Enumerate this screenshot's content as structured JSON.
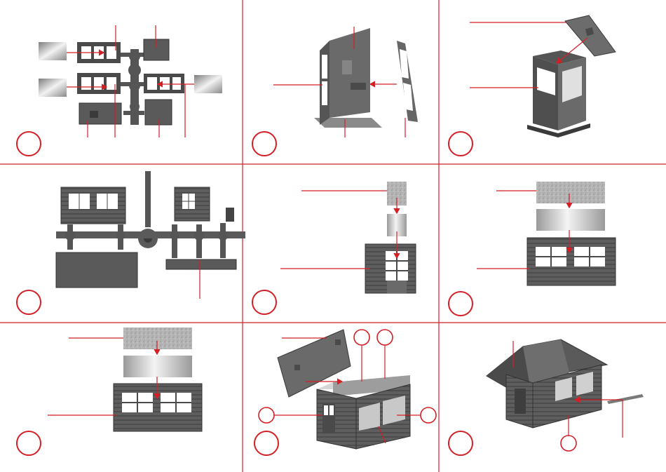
{
  "colors": {
    "accent": "#d41f26",
    "part_dark": "#4a4a4a",
    "part_mid": "#6f6f6f",
    "part_light": "#9a9a9a",
    "glass_light": "#e8e8e8",
    "glass_dark": "#8c8c8c",
    "granite": "#b3b3b3"
  },
  "steps": [
    {
      "id": 1,
      "step_number": "",
      "content": "sprue-with-window-frames-and-glazing"
    },
    {
      "id": 2,
      "step_number": "",
      "content": "booth-wall-assembly-with-door"
    },
    {
      "id": 3,
      "step_number": "",
      "content": "booth-roof-placement"
    },
    {
      "id": 4,
      "step_number": "",
      "content": "sprue-with-walls-and-chimney"
    },
    {
      "id": 5,
      "step_number": "",
      "content": "end-wall-glazing"
    },
    {
      "id": 6,
      "step_number": "",
      "content": "long-wall-glazing-front"
    },
    {
      "id": 7,
      "step_number": "",
      "content": "long-wall-glazing-back"
    },
    {
      "id": 8,
      "step_number": "",
      "content": "hut-body-assembly"
    },
    {
      "id": 9,
      "step_number": "",
      "content": "finished-hut-with-roof"
    }
  ]
}
